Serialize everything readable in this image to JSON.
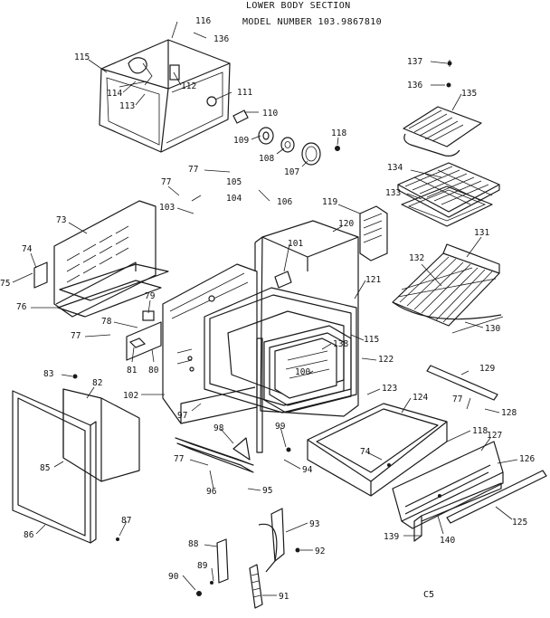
{
  "header": {
    "title": "LOWER BODY SECTION",
    "model_line": "MODEL NUMBER 103.9867810"
  },
  "footer_code": "C5",
  "callouts": [
    "116",
    "136",
    "115",
    "112",
    "114",
    "113",
    "111",
    "110",
    "109",
    "108",
    "107",
    "118",
    "137",
    "136",
    "135",
    "134",
    "133",
    "131",
    "130",
    "132",
    "119",
    "120",
    "121",
    "101",
    "77",
    "105",
    "77",
    "104",
    "103",
    "106",
    "73",
    "74",
    "75",
    "76",
    "79",
    "78",
    "77",
    "81",
    "80",
    "115",
    "122",
    "138",
    "100",
    "123",
    "124",
    "102",
    "97",
    "129",
    "77",
    "128",
    "83",
    "82",
    "85",
    "86",
    "87",
    "98",
    "99",
    "94",
    "118",
    "74",
    "96",
    "77",
    "95",
    "127",
    "126",
    "125",
    "140",
    "139",
    "93",
    "92",
    "88",
    "89",
    "90",
    "91"
  ]
}
